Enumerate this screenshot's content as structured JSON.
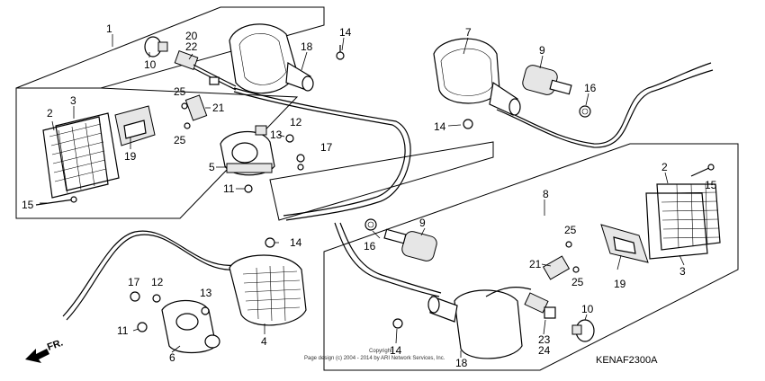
{
  "part_labels": {
    "p1": "1",
    "p2_left": "2",
    "p3_left": "3",
    "p4": "4",
    "p5": "5",
    "p6": "6",
    "p7": "7",
    "p8": "8",
    "p9_top": "9",
    "p9_mid": "9",
    "p10_left": "10",
    "p10_right": "10",
    "p11_a": "11",
    "p11_b": "11",
    "p12_a": "12",
    "p12_b": "12",
    "p13_a": "13",
    "p13_b": "13",
    "p14_a": "14",
    "p14_b": "14",
    "p14_c": "14",
    "p14_d": "14",
    "p15_left": "15",
    "p15_right": "15",
    "p16_a": "16",
    "p16_b": "16",
    "p17_a": "17",
    "p17_b": "17",
    "p18_top": "18",
    "p18_bottom": "18",
    "p19_left": "19",
    "p19_right": "19",
    "p20": "20",
    "p21_a": "21",
    "p21_b": "21",
    "p22": "22",
    "p23": "23",
    "p24": "24",
    "p25_a": "25",
    "p25_b": "25",
    "p25_c": "25",
    "p25_d": "25",
    "p2_right": "2",
    "p3_right": "3"
  },
  "direction_label": "FR.",
  "diagram_code": "KENAF2300A",
  "copyright_line1": "Copyright",
  "copyright_line2": "Page design (c) 2004 - 2014 by ARI Network Services, Inc."
}
